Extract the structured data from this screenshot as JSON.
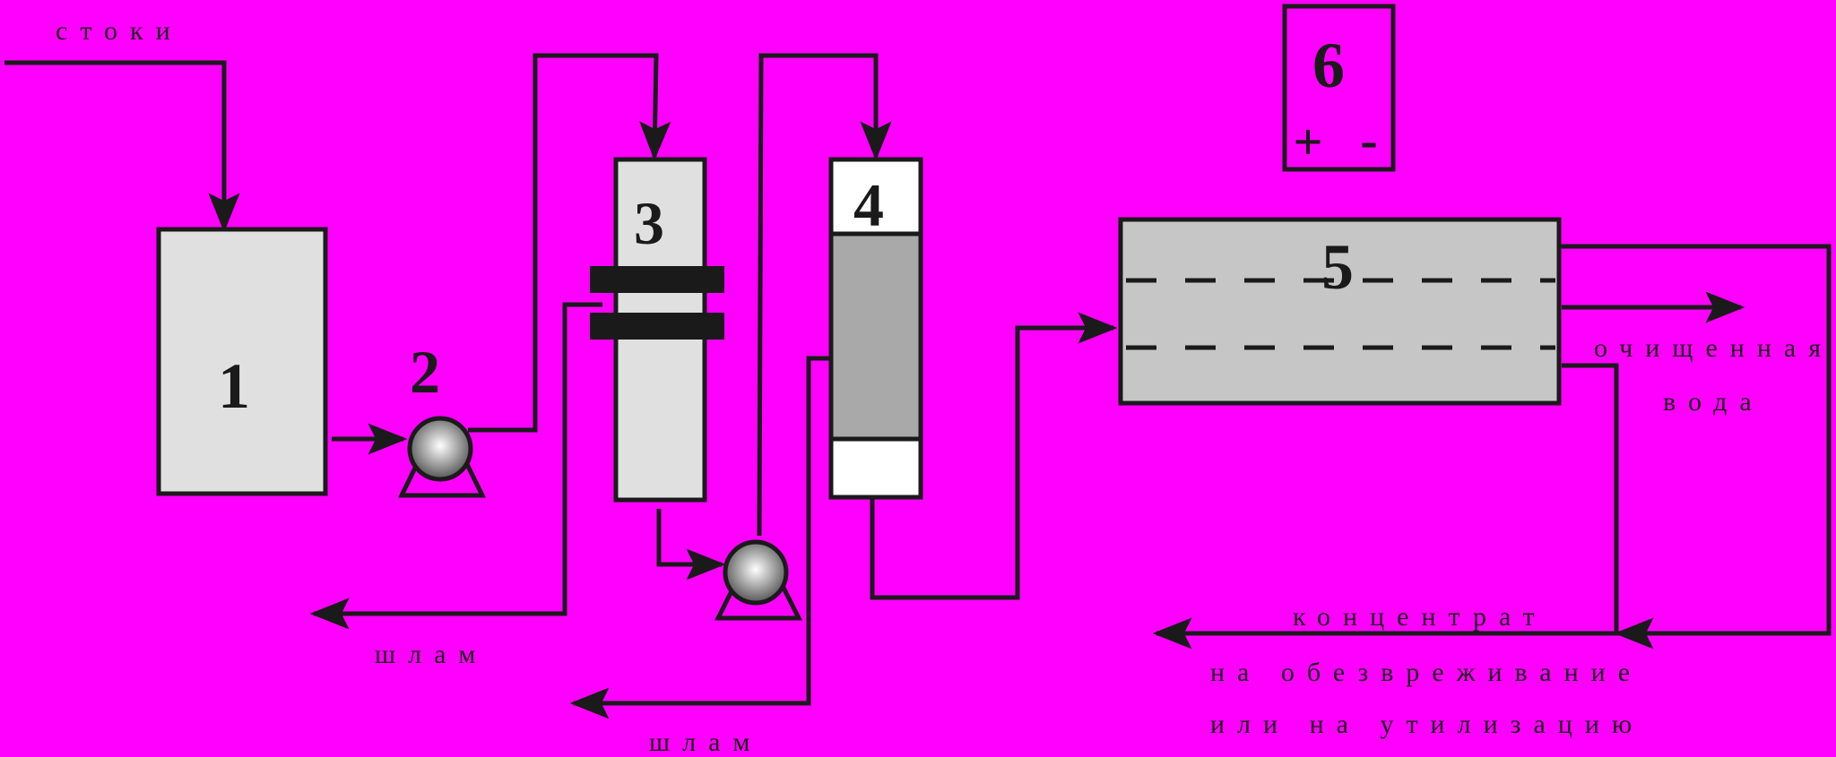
{
  "labels": {
    "inflow": "стоки",
    "sludge_1": "шлам",
    "sludge_2": "шлам",
    "purified_line1": "очищенная",
    "purified_line2": "вода",
    "concentrate": "концентрат",
    "disposal_line1": "на обезвреживание",
    "disposal_line2": "или на утилизацию"
  },
  "units": [
    {
      "id": "1",
      "label": "1"
    },
    {
      "id": "2",
      "label": "2"
    },
    {
      "id": "3",
      "label": "3"
    },
    {
      "id": "4",
      "label": "4"
    },
    {
      "id": "5",
      "label": "5"
    },
    {
      "id": "6",
      "label": "6"
    }
  ],
  "power_unit": {
    "plus": "+",
    "minus": "-"
  },
  "colors": {
    "background": "#ff00ff",
    "line": "#1a1a1a",
    "vessel_light": "#e0e0e0",
    "vessel_filter": "#a9a9a9",
    "vessel_cell": "#c6c6c6",
    "white": "#ffffff"
  }
}
